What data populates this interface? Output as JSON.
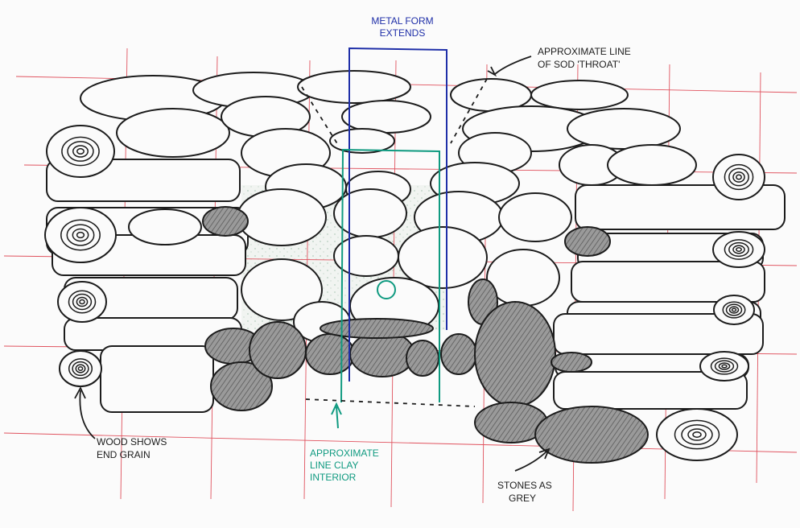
{
  "annotations": {
    "metal_form": [
      "METAL FORM",
      "EXTENDS"
    ],
    "sod_throat": [
      "APPROXIMATE LINE",
      "OF SOD 'THROAT'"
    ],
    "end_grain": [
      "WOOD SHOWS",
      "END GRAIN"
    ],
    "clay_interior": [
      "APPROXIMATE",
      "LINE CLAY",
      "INTERIOR"
    ],
    "stones_grey": [
      "STONES AS",
      "GREY"
    ]
  },
  "colors": {
    "ink": "#1c1c1c",
    "grid_red": "#e0525e",
    "metal_form_blue": "#1f2fa8",
    "clay_line_teal": "#0f9a80",
    "grey_stone_fill": "#8c8c8c",
    "paper": "#fbfbfb"
  },
  "icons": {
    "log_end": "concentric-ring-icon",
    "grey_stone": "hatched-stone-icon"
  }
}
